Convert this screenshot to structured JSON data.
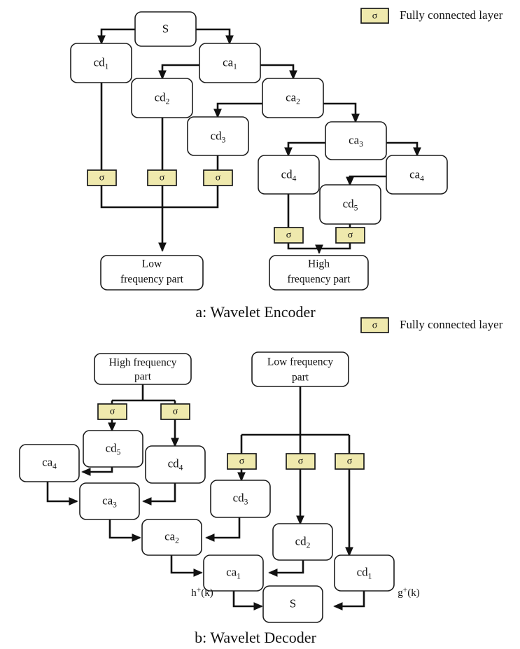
{
  "figure": {
    "title_a": "a: Wavelet Encoder",
    "title_b": "b: Wavelet Decoder"
  },
  "legend": {
    "symbol": "σ",
    "label": "Fully connected layer",
    "swatch_color": "#efe9ad",
    "border_color": "#1b1b1b"
  },
  "encoder": {
    "nodes": {
      "s": {
        "base": "S",
        "sub": ""
      },
      "cd1": {
        "base": "cd",
        "sub": "1"
      },
      "ca1": {
        "base": "ca",
        "sub": "1"
      },
      "cd2": {
        "base": "cd",
        "sub": "2"
      },
      "ca2": {
        "base": "ca",
        "sub": "2"
      },
      "cd3": {
        "base": "cd",
        "sub": "3"
      },
      "ca3": {
        "base": "ca",
        "sub": "3"
      },
      "cd4": {
        "base": "cd",
        "sub": "4"
      },
      "ca4": {
        "base": "ca",
        "sub": "4"
      },
      "cd5": {
        "base": "cd",
        "sub": "5"
      },
      "low_out_line1": "Low",
      "low_out_line2": "frequency part",
      "high_out_line1": "High",
      "high_out_line2": "frequency part"
    },
    "sigma": "σ",
    "sigma_count_low": 3,
    "sigma_count_high": 2
  },
  "decoder": {
    "nodes": {
      "high_in_line1": "High frequency",
      "high_in_line2": "part",
      "low_in_line1": "Low frequency",
      "low_in_line2": "part",
      "cd5": {
        "base": "cd",
        "sub": "5"
      },
      "cd4": {
        "base": "cd",
        "sub": "4"
      },
      "ca4": {
        "base": "ca",
        "sub": "4"
      },
      "ca3": {
        "base": "ca",
        "sub": "3"
      },
      "ca2": {
        "base": "ca",
        "sub": "2"
      },
      "ca1": {
        "base": "ca",
        "sub": "1"
      },
      "cd3": {
        "base": "cd",
        "sub": "3"
      },
      "cd2": {
        "base": "cd",
        "sub": "2"
      },
      "cd1": {
        "base": "cd",
        "sub": "1"
      },
      "s": {
        "base": "S",
        "sub": ""
      }
    },
    "sigma": "σ",
    "sigma_count_high": 2,
    "sigma_count_low": 3,
    "filter_h": {
      "base": "h",
      "sup": "+",
      "arg": "(k)"
    },
    "filter_g": {
      "base": "g",
      "sup": "+",
      "arg": "(k)"
    }
  }
}
